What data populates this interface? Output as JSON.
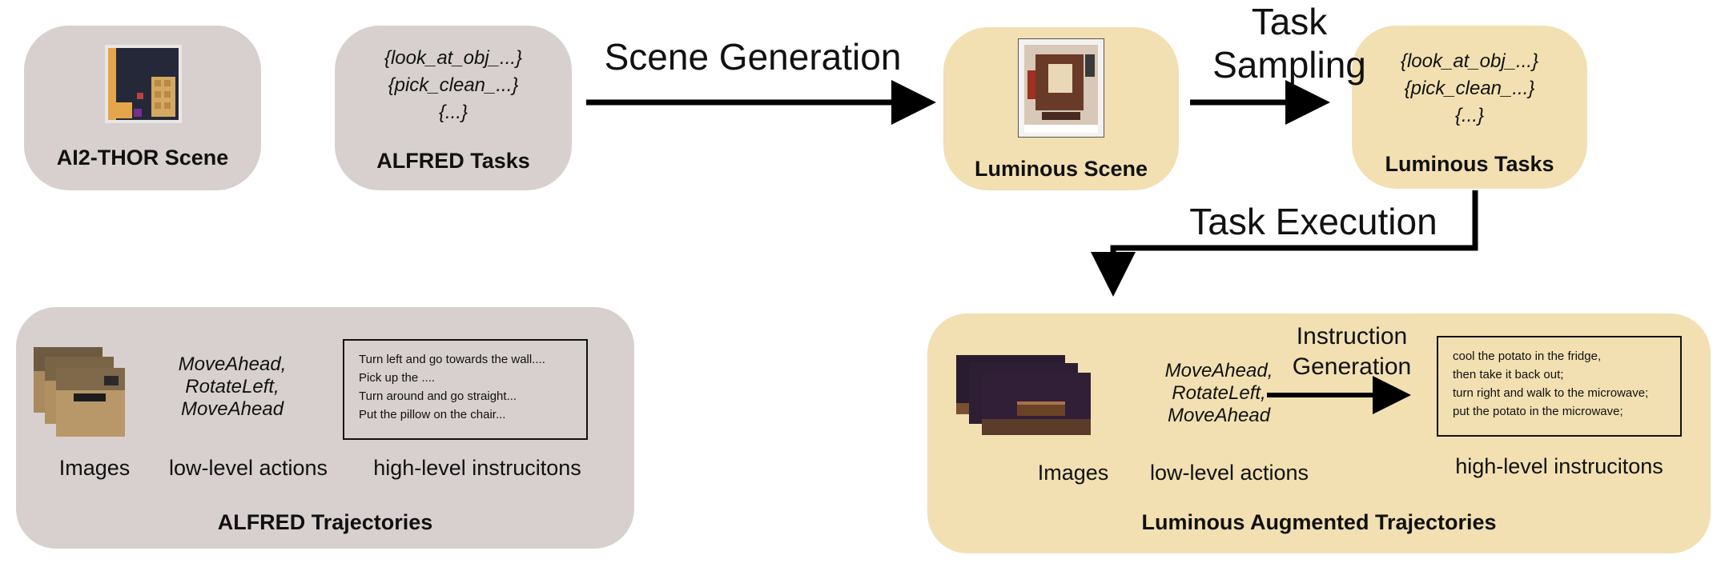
{
  "top_row": {
    "ai2thor": {
      "title": "AI2-THOR Scene"
    },
    "alfred_tasks": {
      "title": "ALFRED Tasks",
      "items": [
        "{look_at_obj_...}",
        "{pick_clean_...}",
        "{...}"
      ]
    },
    "luminous_scene": {
      "title": "Luminous Scene"
    },
    "luminous_tasks": {
      "title": "Luminous Tasks",
      "items": [
        "{look_at_obj_...}",
        "{pick_clean_...}",
        "{...}"
      ]
    }
  },
  "arrows": {
    "scene_generation": "Scene Generation",
    "task_sampling": [
      "Task",
      "Sampling"
    ],
    "task_execution": "Task Execution",
    "instruction_generation": [
      "Instruction",
      "Generation"
    ]
  },
  "alfred_trajectories": {
    "title": "ALFRED Trajectories",
    "images_label": "Images",
    "actions": [
      "MoveAhead,",
      "RotateLeft,",
      "MoveAhead"
    ],
    "actions_label": "low-level actions",
    "instructions": [
      "Turn left and go towards the wall....",
      "Pick up the ....",
      "Turn around and go straight...",
      "Put the pillow on the chair..."
    ],
    "instructions_label": "high-level instrucitons"
  },
  "luminous_trajectories": {
    "title": "Luminous Augmented Trajectories",
    "images_label": "Images",
    "actions": [
      "MoveAhead,",
      "RotateLeft,",
      "MoveAhead"
    ],
    "actions_label": "low-level actions",
    "instructions": [
      "cool the potato in the fridge,",
      "then take it back out;",
      "turn right and walk to the microwave;",
      "put the potato in the microwave;"
    ],
    "instructions_label": "high-level instrucitons"
  },
  "colors": {
    "gray_box": "#d8d0ce",
    "tan_box": "#f2e0b2",
    "arrow": "#000000"
  }
}
